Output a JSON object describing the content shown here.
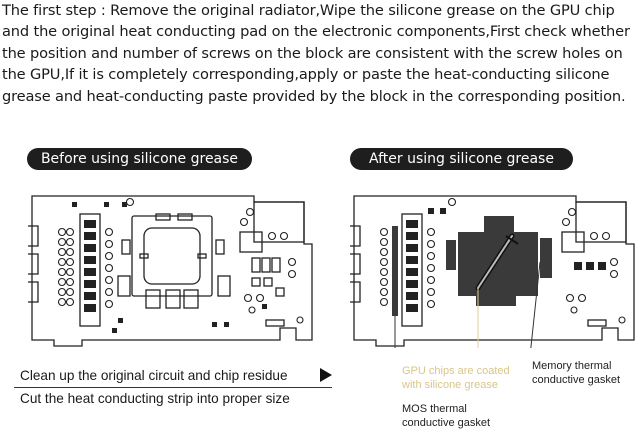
{
  "intro_text": "The first step : Remove the original radiator,Wipe the silicone grease on the GPU chip and the original heat conducting pad on the electronic components,First check whether the position and number of screws on the block are consistent with the screw holes on the GPU,If it is completely corresponding,apply or paste the heat-conducting silicone grease and heat-conducting paste provided by the block in the corresponding position.",
  "pills": {
    "before": "Before using silicone grease",
    "after": "After using silicone grease"
  },
  "steps": {
    "step1": "Clean up the original circuit and chip residue",
    "step2": "Cut the heat conducting strip into proper size"
  },
  "annotations": {
    "gpu_line1": "GPU chips are coated",
    "gpu_line2": "with silicone grease",
    "mem_line1": "Memory thermal",
    "mem_line2": "conductive gasket",
    "mos_line1": "MOS thermal",
    "mos_line2": "conductive gasket"
  },
  "colors": {
    "pad": "#3a3a3a",
    "gpu_grease": "#555555",
    "annotation_gold": "#d9c68a"
  }
}
